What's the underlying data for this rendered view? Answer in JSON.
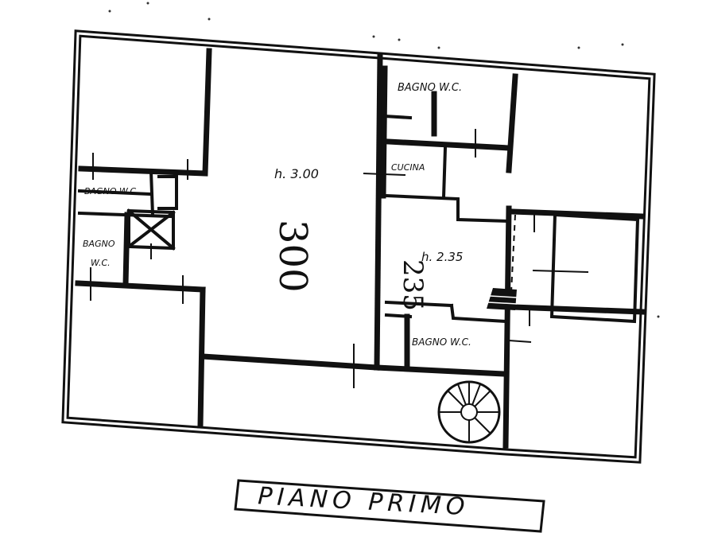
{
  "plan": {
    "title": "PIANO PRIMO",
    "rooms": {
      "bagno_top_center": "BAGNO W.C.",
      "cucina": "CUCINA",
      "bagno_left_upper": "BAGNO W.C.",
      "bagno_left_lower_1": "BAGNO",
      "bagno_left_lower_2": "W.C.",
      "bagno_bottom_center": "BAGNO W.C."
    },
    "heights": {
      "main_hall": "h. 3.00",
      "mid_room": "h. 2.35"
    },
    "handwritten": {
      "main_hall": "300",
      "mid_room": "235"
    }
  }
}
